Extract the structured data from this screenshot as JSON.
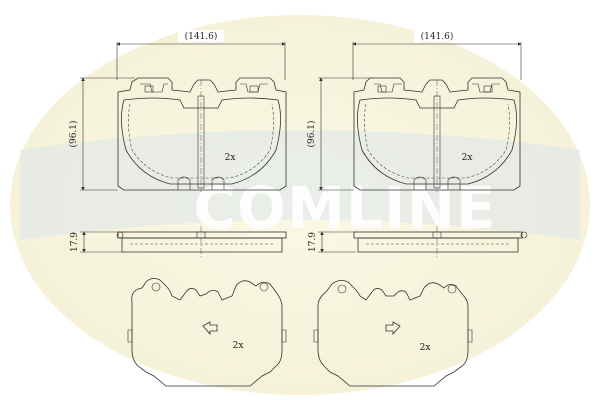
{
  "watermark": {
    "brand_text": "COMLINE",
    "ellipse_color": "#f3f0d2",
    "stripe_color": "#d8e3f0",
    "text_color": "#ffffff"
  },
  "dimensions": {
    "width_left": "(141.6)",
    "width_right": "(141.6)",
    "height_left": "(96.1)",
    "height_right": "(96.1)",
    "thickness_left": "17.9",
    "thickness_right": "17.9"
  },
  "quantities": {
    "pad_left": "2x",
    "pad_right": "2x",
    "shim_left": "2x",
    "shim_right": "2x"
  },
  "colors": {
    "line": "#333333",
    "shim_fill": "#fdf6dc"
  }
}
